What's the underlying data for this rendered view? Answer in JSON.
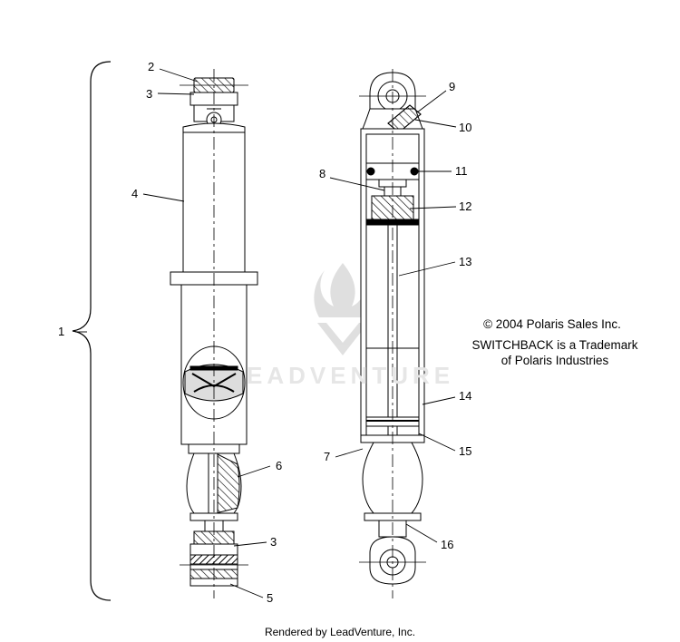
{
  "callouts": {
    "c1": "1",
    "c2": "2",
    "c3a": "3",
    "c3b": "3",
    "c4": "4",
    "c5": "5",
    "c6": "6",
    "c7": "7",
    "c8": "8",
    "c9": "9",
    "c10": "10",
    "c11": "11",
    "c12": "12",
    "c13": "13",
    "c14": "14",
    "c15": "15",
    "c16": "16"
  },
  "notes": {
    "copyright": "© 2004 Polaris Sales Inc.",
    "trademark_line1": "SWITCHBACK is a Trademark",
    "trademark_line2": "of Polaris Industries"
  },
  "watermark": "EADVENTURE",
  "footer": "Rendered by LeadVenture, Inc."
}
